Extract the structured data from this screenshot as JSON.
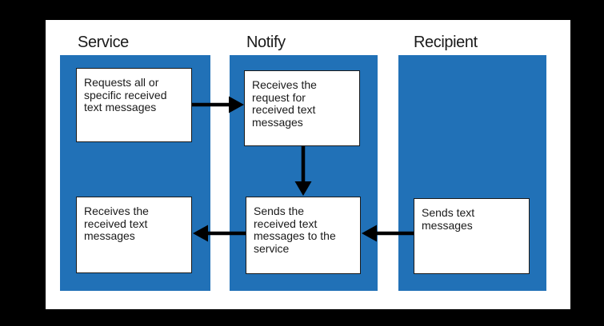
{
  "colors": {
    "page_background": "#000000",
    "canvas_background": "#ffffff",
    "column_blue": "#2171b7",
    "box_background": "#ffffff",
    "box_border": "#1a1a1a",
    "arrow_black": "#000000",
    "text": "#1a1a1a"
  },
  "columns": [
    {
      "id": "service",
      "label": "Service"
    },
    {
      "id": "notify",
      "label": "Notify"
    },
    {
      "id": "recipient",
      "label": "Recipient"
    }
  ],
  "boxes": {
    "service_request": {
      "column": "Service",
      "text": "Requests all or\nspecific received\ntext messages"
    },
    "notify_receive": {
      "column": "Notify",
      "text": "Receives the\nrequest for\nreceived text\nmessages"
    },
    "notify_send": {
      "column": "Notify",
      "text": "Sends the\nreceived text\nmessages to the\nservice"
    },
    "service_receive": {
      "column": "Service",
      "text": "Receives the\nreceived text\nmessages"
    },
    "recipient_send": {
      "column": "Recipient",
      "text": "Sends text\nmessages"
    }
  },
  "edges": [
    {
      "from": "service_request",
      "to": "notify_receive",
      "direction": "right"
    },
    {
      "from": "notify_receive",
      "to": "notify_send",
      "direction": "down"
    },
    {
      "from": "notify_send",
      "to": "service_receive",
      "direction": "left"
    },
    {
      "from": "recipient_send",
      "to": "notify_send",
      "direction": "left"
    }
  ]
}
